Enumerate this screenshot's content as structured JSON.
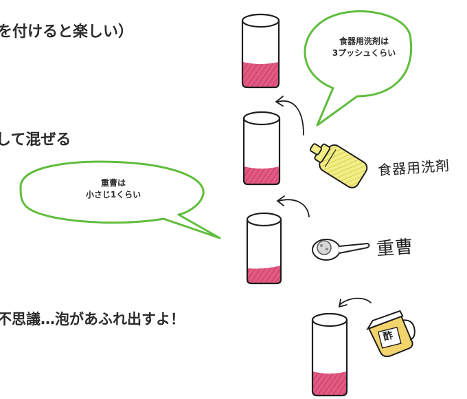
{
  "steps": {
    "step1_tail": "を付けると楽しい）",
    "step2_tail": "して混ぜる",
    "step3_tail": "不思議…泡があふれ出すよ！"
  },
  "bubbles": {
    "detergent_line1": "食器用洗剤は",
    "detergent_line2": "3プッシュくらい",
    "baking_soda_line1": "重曹は",
    "baking_soda_line2": "小さじ1くらい"
  },
  "labels": {
    "detergent": "食器用洗剤",
    "baking_soda": "重曹",
    "vinegar": "酢"
  },
  "colors": {
    "bubble_outline": "#5fbd3c",
    "liquid": "#d94d76",
    "detergent_bottle": "#f0ec7a",
    "vinegar_jug": "#f1d46a",
    "ink": "#1e1e1e"
  }
}
